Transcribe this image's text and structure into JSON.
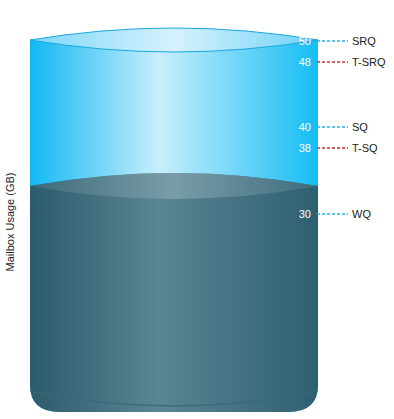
{
  "diagram": {
    "labels": [
      "Mailbox Usage (GB)",
      "50",
      "SRQ",
      "48",
      "T-SRQ",
      "40",
      "SQ",
      "38",
      "T-SQ",
      "30",
      "WQ"
    ]
  }
}
